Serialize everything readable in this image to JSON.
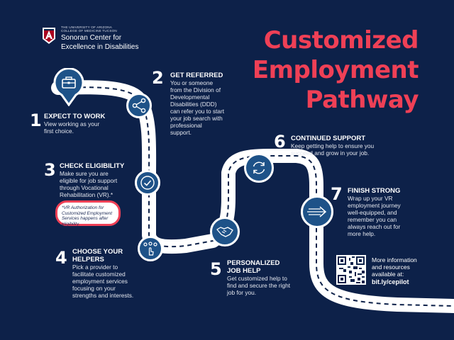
{
  "org": {
    "university": "THE UNIVERSITY OF ARIZONA",
    "college": "COLLEGE OF MEDICINE TUCSON",
    "center": [
      "Sonoran Center for",
      "Excellence in Disabilities"
    ]
  },
  "title": [
    "Customized",
    "Employment",
    "Pathway"
  ],
  "steps": [
    {
      "num": "1",
      "heading": "EXPECT TO WORK",
      "body": [
        "View working as your",
        "first choice."
      ],
      "icon": "briefcase-icon"
    },
    {
      "num": "2",
      "heading": "GET REFERRED",
      "body": [
        "You or someone",
        "from the Division of",
        "Developmental",
        "Disabilities (DDD)",
        "can refer you to start",
        "your job search with",
        "professional",
        "support."
      ],
      "icon": "referral-network-icon"
    },
    {
      "num": "3",
      "heading": "CHECK ELIGIBILITY",
      "body": [
        "Make sure you are",
        "eligible for job support",
        "through Vocational",
        "Rehabilitation (VR).*"
      ],
      "icon": "checkmark-icon"
    },
    {
      "num": "4",
      "heading": [
        "CHOOSE YOUR",
        "HELPERS"
      ],
      "body": [
        "Pick a provider to",
        "facilitate customized",
        "employment services",
        "focusing on your",
        "strengths and interests."
      ],
      "icon": "choose-helpers-icon"
    },
    {
      "num": "5",
      "heading": [
        "PERSONALIZED",
        "JOB HELP"
      ],
      "body": [
        "Get customized help to",
        "find and secure the right",
        "job for you."
      ],
      "icon": "handshake-icon"
    },
    {
      "num": "6",
      "heading": "CONTINUED SUPPORT",
      "body": [
        "Keep getting help to ensure you",
        "succeed and grow in your job."
      ],
      "icon": "refresh-cycle-icon"
    },
    {
      "num": "7",
      "heading": "FINISH STRONG",
      "body": [
        "Wrap up your VR",
        "employment journey",
        "well-equipped, and",
        "remember you can",
        "always reach out for",
        "more help."
      ],
      "icon": "fast-forward-arrow-icon"
    }
  ],
  "note": [
    "*VR Authorization for",
    "Customized Employment",
    "Services happens after",
    "eligibility."
  ],
  "more_info": [
    "More information",
    "and resources",
    "available at:"
  ],
  "link": "bit.ly/cepilot",
  "colors": {
    "background": "#0d2149",
    "accent": "#ef4056",
    "circle": "#1e5288"
  }
}
